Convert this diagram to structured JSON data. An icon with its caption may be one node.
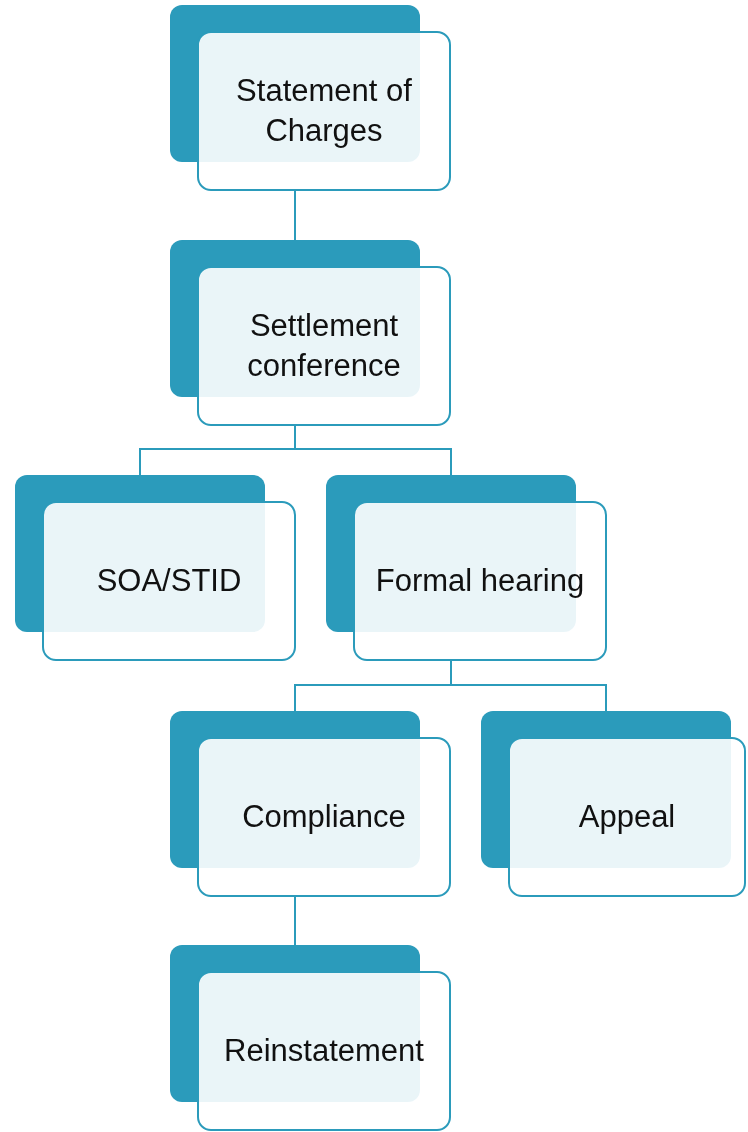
{
  "diagram": {
    "nodes": [
      {
        "text": [
          "Statement of Charges"
        ]
      },
      {
        "text": [
          "Settlement conference"
        ]
      },
      {
        "text": [
          "SOA/STID"
        ]
      },
      {
        "text": [
          "Formal hearing"
        ]
      },
      {
        "text": [
          "Compliance"
        ]
      },
      {
        "text": [
          "Appeal"
        ]
      },
      {
        "text": [
          "Reinstatement"
        ]
      }
    ],
    "edges": [
      {
        "from": 0,
        "to": 1,
        "arrow": "none"
      },
      {
        "from": 1,
        "to": 2,
        "arrow": "none"
      },
      {
        "from": 1,
        "to": 3,
        "arrow": "none"
      },
      {
        "from": 3,
        "to": 4,
        "arrow": "none"
      },
      {
        "from": 3,
        "to": 5,
        "arrow": "none"
      },
      {
        "from": 4,
        "to": 6,
        "arrow": "none"
      }
    ]
  }
}
